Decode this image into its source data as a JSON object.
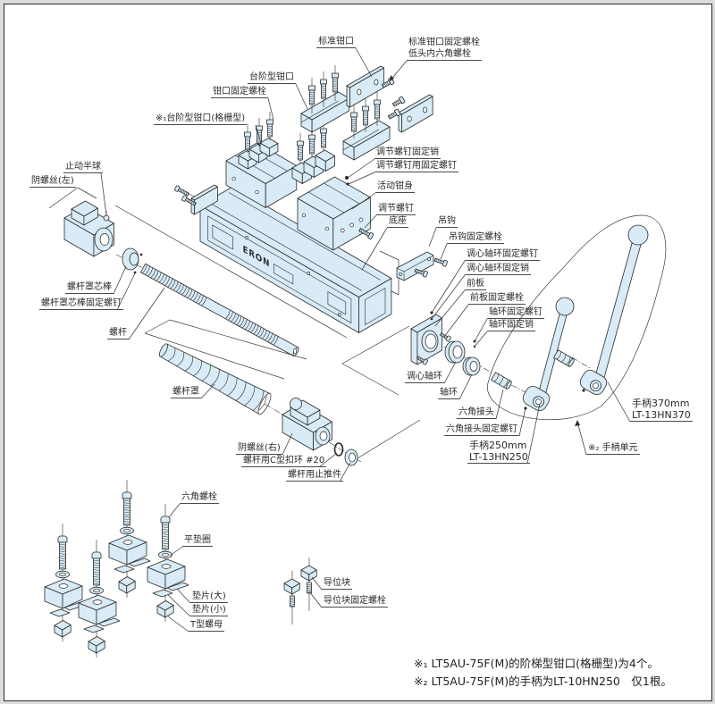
{
  "colors": {
    "part_fill": "#d8ebf6",
    "outline": "#2b2b2b",
    "frame": "#2e2e2e"
  },
  "brand_mark": "ERON",
  "callouts": {
    "jaws": {
      "standard_jaw": "标准钳口",
      "standard_jaw_bolt": "标准钳口固定螺栓",
      "standard_jaw_bolt_type": "低头内六角螺栓",
      "stepped_jaw": "台阶型钳口",
      "jaw_fixing_bolt": "钳口固定螺栓",
      "stepped_jaw_grid": "※₁台阶型钳口(格栅型)"
    },
    "vise_body": {
      "adjust_screw_pin": "调节螺钉固定销",
      "adjust_screw_set_screw": "调节螺钉用固定螺钉",
      "movable_jaw": "活动钳身",
      "adjust_screw": "调节螺钉",
      "base": "底座",
      "hook": "吊钩",
      "hook_bolt": "吊钩固定螺栓"
    },
    "front_assembly": {
      "self_align_collar_set_screw": "调心轴环固定螺钉",
      "self_align_collar_pin": "调心轴环固定销",
      "front_plate": "前板",
      "front_plate_bolt": "前板固定螺栓",
      "collar_set_screw": "轴环固定螺钉",
      "collar_pin": "轴环固定销",
      "self_align_collar": "调心轴环",
      "collar": "轴环",
      "hex_joint": "六角接头",
      "hex_joint_set_screw": "六角接头固定螺钉"
    },
    "handle_unit": {
      "unit": "※₂ 手柄单元",
      "handle_short": {
        "length": "手柄250mm",
        "model": "LT-13HN250"
      },
      "handle_long": {
        "length": "手柄370mm",
        "model": "LT-13HN370"
      }
    },
    "screw_assembly": {
      "stop_ball": "止动半球",
      "nut_left": "阴螺丝(左)",
      "cover_core_rod": "螺杆罩芯棒",
      "cover_core_rod_screw": "螺杆罩芯棒固定螺钉",
      "screw": "螺杆",
      "screw_cover": "螺杆罩",
      "nut_right": "阴螺丝(右)",
      "c_ring": "螺杆用C型扣环 #20",
      "thrust_piece": "螺杆用止推件"
    },
    "clamp_kit": {
      "hex_bolt": "六角螺栓",
      "flat_washer": "平垫圈",
      "shim_large": "垫片(大)",
      "shim_small": "垫片(小)",
      "t_nut": "T型螺母"
    },
    "guide_block": {
      "block": "导位块",
      "bolt": "导位块固定螺栓"
    }
  },
  "notes": [
    "※₁ LT5AU-75F(M)的阶梯型钳口(格栅型)为4个。",
    "※₂ LT5AU-75F(M)的手柄为LT-10HN250　仅1根。"
  ]
}
